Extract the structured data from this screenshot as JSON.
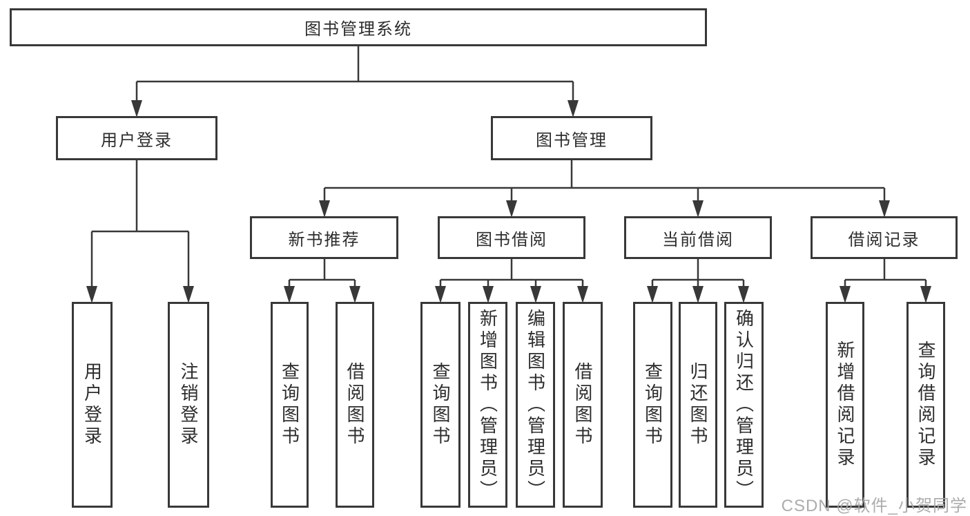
{
  "watermark": "CSDN @软件_小贺同学",
  "colors": {
    "line": "#383838",
    "text": "#2d2d2d",
    "background": "#ffffff",
    "watermark": "#a5a5a5"
  },
  "tree": {
    "root": {
      "label": "图书管理系统"
    },
    "branches": [
      {
        "label": "用户登录",
        "children": [
          {
            "label": "用户登录"
          },
          {
            "label": "注销登录"
          }
        ]
      },
      {
        "label": "图书管理",
        "children": [
          {
            "label": "新书推荐",
            "children": [
              {
                "label": "查询图书"
              },
              {
                "label": "借阅图书"
              }
            ]
          },
          {
            "label": "图书借阅",
            "children": [
              {
                "label": "查询图书"
              },
              {
                "label": "新增图书（管理员）"
              },
              {
                "label": "编辑图书（管理员）"
              },
              {
                "label": "借阅图书"
              }
            ]
          },
          {
            "label": "当前借阅",
            "children": [
              {
                "label": "查询图书"
              },
              {
                "label": "归还图书"
              },
              {
                "label": "确认归还（管理员）"
              }
            ]
          },
          {
            "label": "借阅记录",
            "children": [
              {
                "label": "新增借阅记录"
              },
              {
                "label": "查询借阅记录"
              }
            ]
          }
        ]
      }
    ]
  }
}
